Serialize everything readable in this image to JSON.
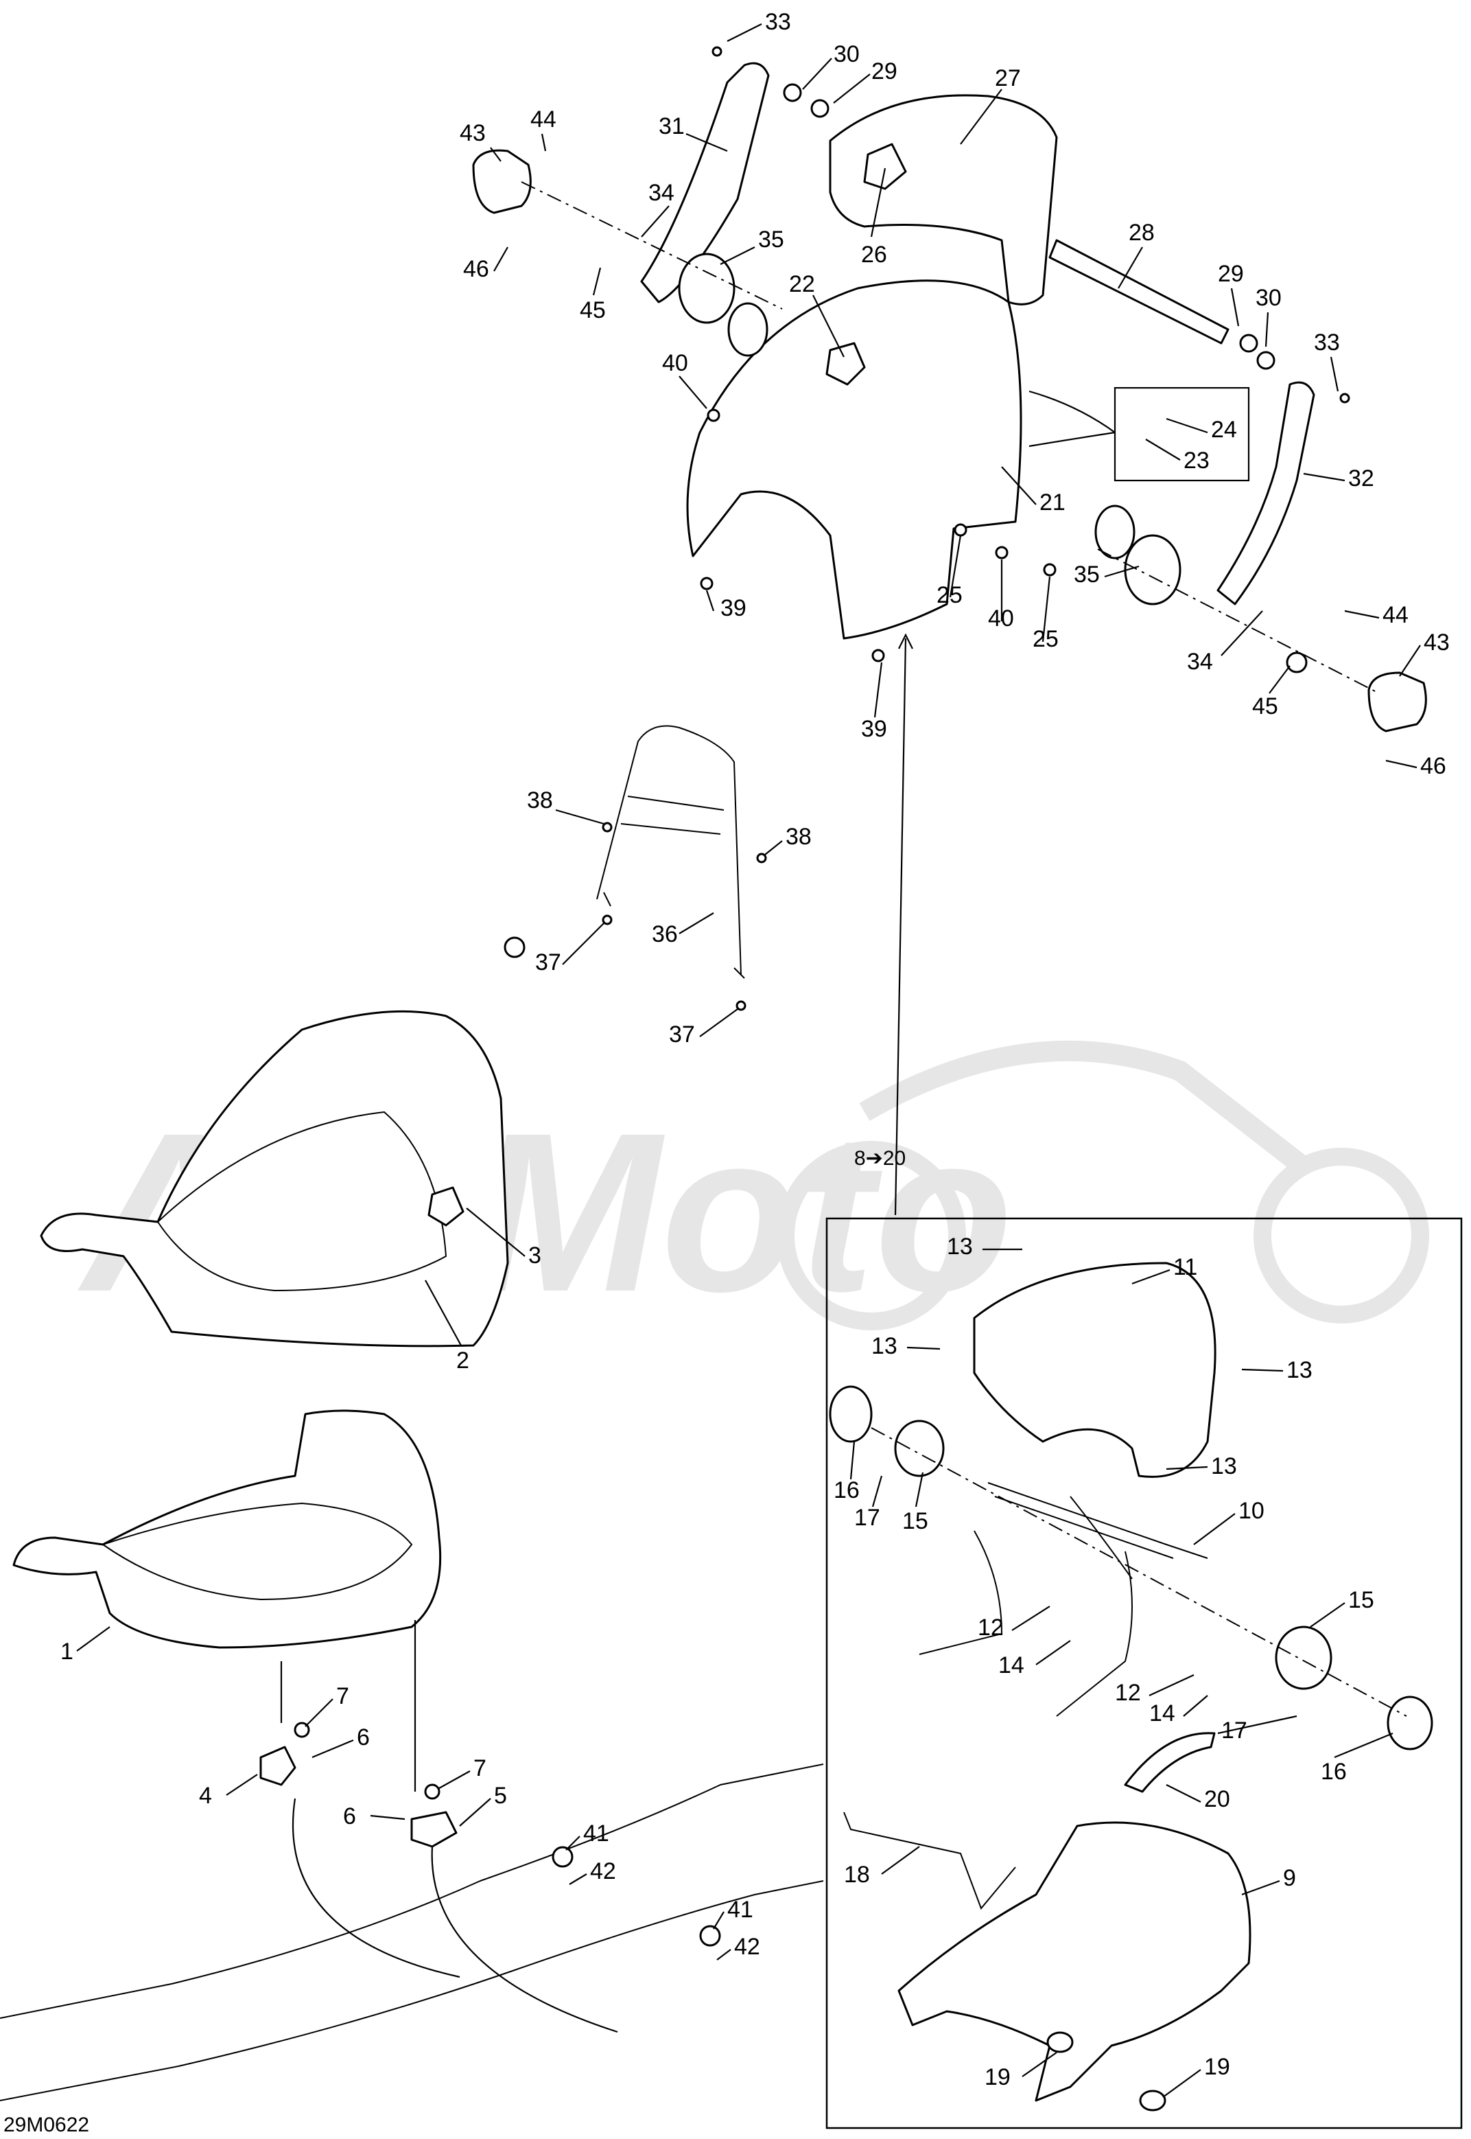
{
  "drawing_code": "29M0622",
  "assembly_reference": "8➔20",
  "watermark_text": "ArtiMoto",
  "callouts": [
    {
      "id": "c33a",
      "text": "33"
    },
    {
      "id": "c30a",
      "text": "30"
    },
    {
      "id": "c29a",
      "text": "29"
    },
    {
      "id": "c27",
      "text": "27"
    },
    {
      "id": "c31",
      "text": "31"
    },
    {
      "id": "c43a",
      "text": "43"
    },
    {
      "id": "c44a",
      "text": "44"
    },
    {
      "id": "c34a",
      "text": "34"
    },
    {
      "id": "c35a",
      "text": "35"
    },
    {
      "id": "c46a",
      "text": "46"
    },
    {
      "id": "c45a",
      "text": "45"
    },
    {
      "id": "c26",
      "text": "26"
    },
    {
      "id": "c22",
      "text": "22"
    },
    {
      "id": "c28",
      "text": "28"
    },
    {
      "id": "c29b",
      "text": "29"
    },
    {
      "id": "c30b",
      "text": "30"
    },
    {
      "id": "c33b",
      "text": "33"
    },
    {
      "id": "c40a",
      "text": "40"
    },
    {
      "id": "c24",
      "text": "24"
    },
    {
      "id": "c23",
      "text": "23"
    },
    {
      "id": "c32",
      "text": "32"
    },
    {
      "id": "c21",
      "text": "21"
    },
    {
      "id": "c39a",
      "text": "39"
    },
    {
      "id": "c25a",
      "text": "25"
    },
    {
      "id": "c40b",
      "text": "40"
    },
    {
      "id": "c25b",
      "text": "25"
    },
    {
      "id": "c35b",
      "text": "35"
    },
    {
      "id": "c44b",
      "text": "44"
    },
    {
      "id": "c43b",
      "text": "43"
    },
    {
      "id": "c34b",
      "text": "34"
    },
    {
      "id": "c45b",
      "text": "45"
    },
    {
      "id": "c39b",
      "text": "39"
    },
    {
      "id": "c46b",
      "text": "46"
    },
    {
      "id": "c38a",
      "text": "38"
    },
    {
      "id": "c38b",
      "text": "38"
    },
    {
      "id": "c36",
      "text": "36"
    },
    {
      "id": "c37a",
      "text": "37"
    },
    {
      "id": "c37b",
      "text": "37"
    },
    {
      "id": "c3",
      "text": "3"
    },
    {
      "id": "c2",
      "text": "2"
    },
    {
      "id": "c13a",
      "text": "13"
    },
    {
      "id": "c11",
      "text": "11"
    },
    {
      "id": "c13b",
      "text": "13"
    },
    {
      "id": "c13c",
      "text": "13"
    },
    {
      "id": "c13d",
      "text": "13"
    },
    {
      "id": "c16a",
      "text": "16"
    },
    {
      "id": "c17a",
      "text": "17"
    },
    {
      "id": "c15a",
      "text": "15"
    },
    {
      "id": "c10",
      "text": "10"
    },
    {
      "id": "c12a",
      "text": "12"
    },
    {
      "id": "c14a",
      "text": "14"
    },
    {
      "id": "c15b",
      "text": "15"
    },
    {
      "id": "c12b",
      "text": "12"
    },
    {
      "id": "c14b",
      "text": "14"
    },
    {
      "id": "c17b",
      "text": "17"
    },
    {
      "id": "c16b",
      "text": "16"
    },
    {
      "id": "c20",
      "text": "20"
    },
    {
      "id": "c18",
      "text": "18"
    },
    {
      "id": "c9",
      "text": "9"
    },
    {
      "id": "c19a",
      "text": "19"
    },
    {
      "id": "c19b",
      "text": "19"
    },
    {
      "id": "c1",
      "text": "1"
    },
    {
      "id": "c7a",
      "text": "7"
    },
    {
      "id": "c6a",
      "text": "6"
    },
    {
      "id": "c4",
      "text": "4"
    },
    {
      "id": "c7b",
      "text": "7"
    },
    {
      "id": "c6b",
      "text": "6"
    },
    {
      "id": "c5",
      "text": "5"
    },
    {
      "id": "c41a",
      "text": "41"
    },
    {
      "id": "c42a",
      "text": "42"
    },
    {
      "id": "c41b",
      "text": "41"
    },
    {
      "id": "c42b",
      "text": "42"
    }
  ]
}
